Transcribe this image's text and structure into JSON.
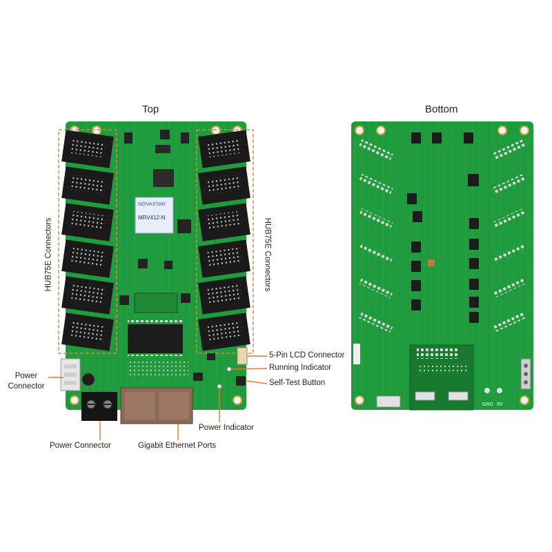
{
  "views": {
    "top": {
      "title": "Top"
    },
    "bottom": {
      "title": "Bottom"
    }
  },
  "chip": {
    "brand": "NOVASTAR",
    "model": "MRV412-N"
  },
  "labels": {
    "hub_left": "HUB75E Connectors",
    "hub_right": "HUB75E Connectors",
    "power_connector_side": "Power Connector",
    "power_connector_bottom": "Power Connector",
    "gigabit_ports": "Gigabit Ethernet Ports",
    "power_indicator": "Power Indicator",
    "lcd_connector": "5-Pin LCD Connector",
    "running_indicator": "Running Indicator",
    "self_test_button": "Self-Test Button"
  },
  "bottom_marks": {
    "gnd": "GND",
    "five_v": "5V"
  },
  "colors": {
    "pcb": "#1f9a3c",
    "pcb_dark": "#157a2d",
    "trace": "#36b456",
    "connector": "#1a1a1a",
    "callout_line": "#e07a2a",
    "dashed_box": "#d9894a"
  }
}
